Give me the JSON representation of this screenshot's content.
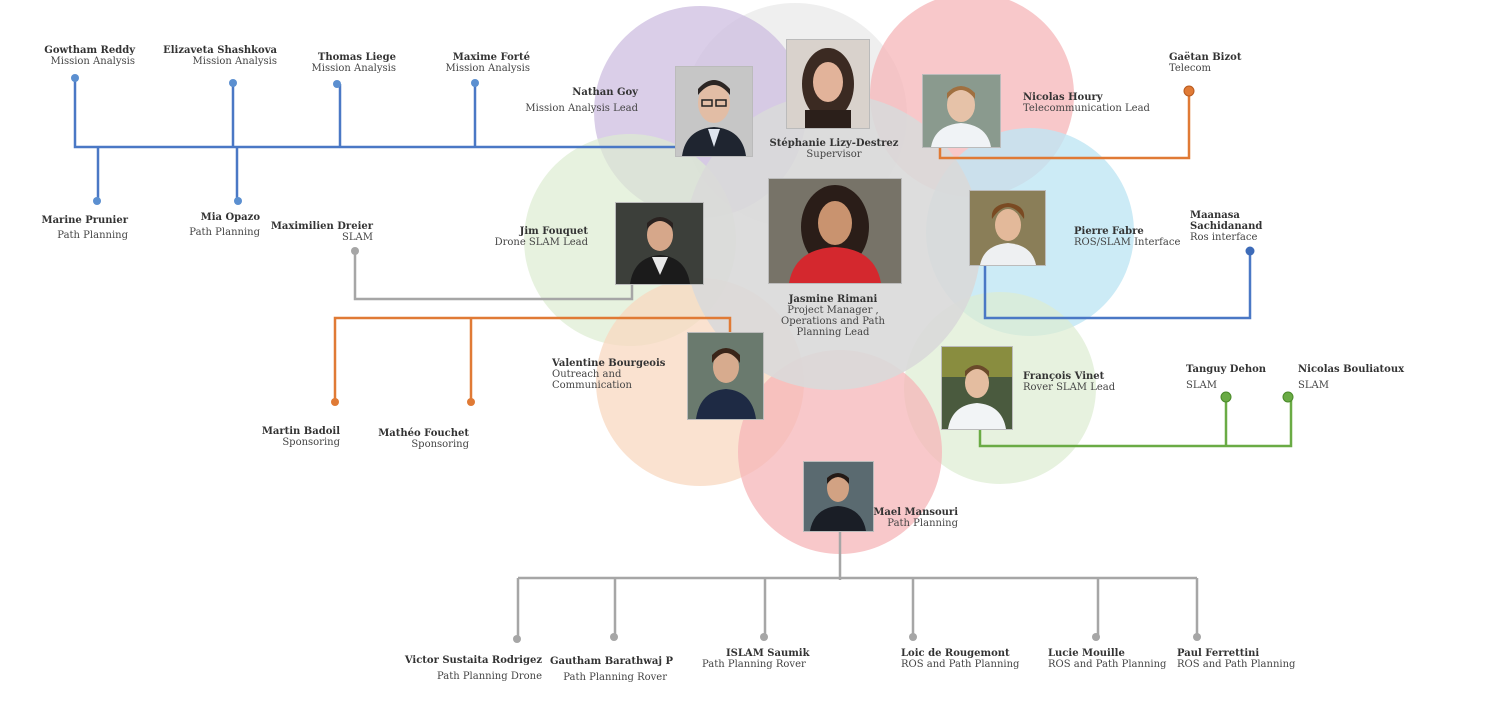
{
  "colors": {
    "purple": "#cdbde0",
    "red": "#f6b5b8",
    "blue": "#bfe6f4",
    "green": "#ddedd2",
    "peach": "#f8d8c0",
    "gray": "#d9d9d9",
    "line_blue": "#4a78c5",
    "line_orange": "#e07a35",
    "line_gray": "#a6a6a6",
    "line_green": "#6aab45"
  },
  "people": {
    "gowtham": {
      "name": "Gowtham Reddy",
      "role": "Mission Analysis"
    },
    "elizaveta": {
      "name": "Elizaveta Shashkova",
      "role": "Mission Analysis"
    },
    "thomas": {
      "name": "Thomas Liege",
      "role": "Mission Analysis"
    },
    "maxime": {
      "name": "Maxime Forté",
      "role": "Mission Analysis"
    },
    "nathan": {
      "name": "Nathan Goy",
      "role": "Mission Analysis Lead"
    },
    "stephanie": {
      "name": "Stéphanie Lizy-Destrez",
      "role": "Supervisor"
    },
    "nicolas_h": {
      "name": "Nicolas Houry",
      "role": "Telecommunication Lead"
    },
    "gaetan": {
      "name": "Gaëtan Bizot",
      "role": "Telecom"
    },
    "marine": {
      "name": "Marine Prunier",
      "role": "Path Planning"
    },
    "mia": {
      "name": "Mia Opazo",
      "role": "Path Planning"
    },
    "maximilien": {
      "name": "Maximilien Dreier",
      "role": "SLAM"
    },
    "jim": {
      "name": "Jim Fouquet",
      "role": "Drone SLAM Lead"
    },
    "jasmine": {
      "name": "Jasmine Rimani",
      "role_1": "Project Manager ,",
      "role_2": "Operations and Path",
      "role_3": "Planning Lead"
    },
    "pierre": {
      "name": "Pierre Fabre",
      "role": "ROS/SLAM Interface"
    },
    "maanasa": {
      "name_1": "Maanasa",
      "name_2": "Sachidanand",
      "role": "Ros interface"
    },
    "valentine": {
      "name": "Valentine Bourgeois",
      "role_1": "Outreach and",
      "role_2": "Communication"
    },
    "francois": {
      "name": "François Vinet",
      "role": "Rover SLAM Lead"
    },
    "tanguy": {
      "name": "Tanguy Dehon",
      "role": "SLAM"
    },
    "nicolas_b": {
      "name": "Nicolas Bouliatoux",
      "role": "SLAM"
    },
    "martin": {
      "name": "Martin Badoil",
      "role": "Sponsoring"
    },
    "matheo": {
      "name": "Mathéo Fouchet",
      "role": "Sponsoring"
    },
    "mael": {
      "name": "Mael Mansouri",
      "role": "Path Planning"
    },
    "victor": {
      "name": "Victor  Sustaita Rodrigez",
      "role": "Path Planning Drone"
    },
    "gautham": {
      "name": "Gautham Barathwaj P",
      "role": "Path Planning Rover"
    },
    "islam": {
      "name": "ISLAM Saumik",
      "role": "Path Planning Rover"
    },
    "loic": {
      "name": "Loic de Rougemont",
      "role": "ROS and Path Planning"
    },
    "lucie": {
      "name": "Lucie Mouille",
      "role": "ROS and Path Planning"
    },
    "paul": {
      "name": "Paul Ferrettini",
      "role": "ROS and Path Planning"
    }
  }
}
